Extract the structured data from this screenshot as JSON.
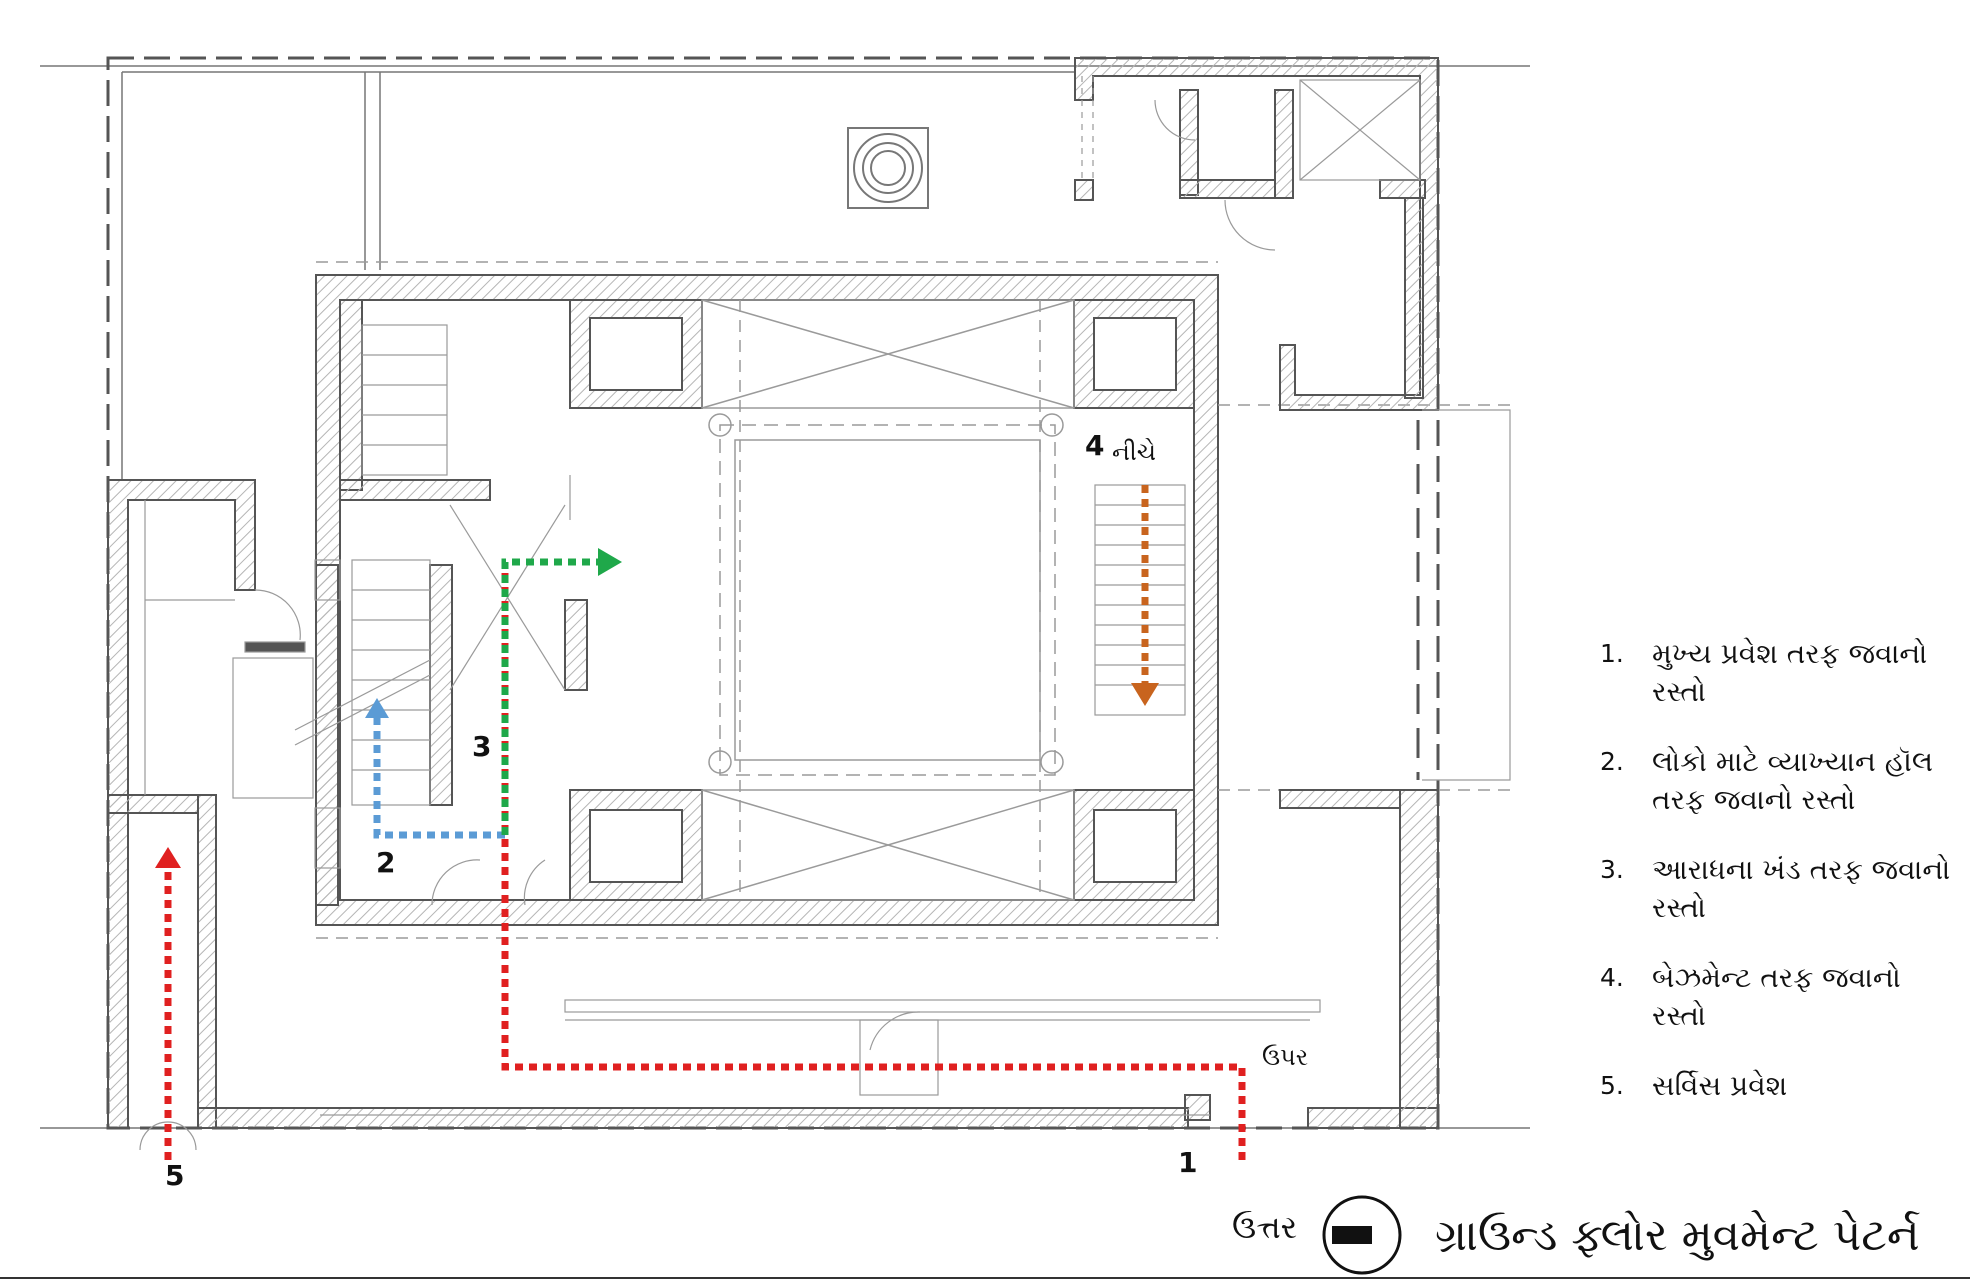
{
  "labels": {
    "n1": "1",
    "n2": "2",
    "n3": "3",
    "n4": "4",
    "n5": "5",
    "down": "નીચે",
    "up": "ઉપર"
  },
  "legend": [
    {
      "num": "1.",
      "text": "મુખ્ય પ્રવેશ તરફ જવાનો રસ્તો"
    },
    {
      "num": "2.",
      "text": "લોકો માટે વ્યાખ્યાન હૉલ તરફ જવાનો રસ્તો"
    },
    {
      "num": "3.",
      "text": "આરાધના ખંડ તરફ જવાનો રસ્તો"
    },
    {
      "num": "4.",
      "text": "બેઝમેન્ટ તરફ જવાનો રસ્તો"
    },
    {
      "num": "5.",
      "text": "સર્વિસ પ્રવેશ"
    }
  ],
  "north_label": "ઉત્તર",
  "title": "ગ્રાઉન્ડ ફ્લોર મુવમેન્ટ પેટર્ન",
  "colors": {
    "path1": "#e02020",
    "path2": "#5b9bd5",
    "path3": "#1fa84a",
    "path4": "#c8641e",
    "path5": "#e02020",
    "wall": "#555555",
    "hatch": "#bdbdbd"
  }
}
